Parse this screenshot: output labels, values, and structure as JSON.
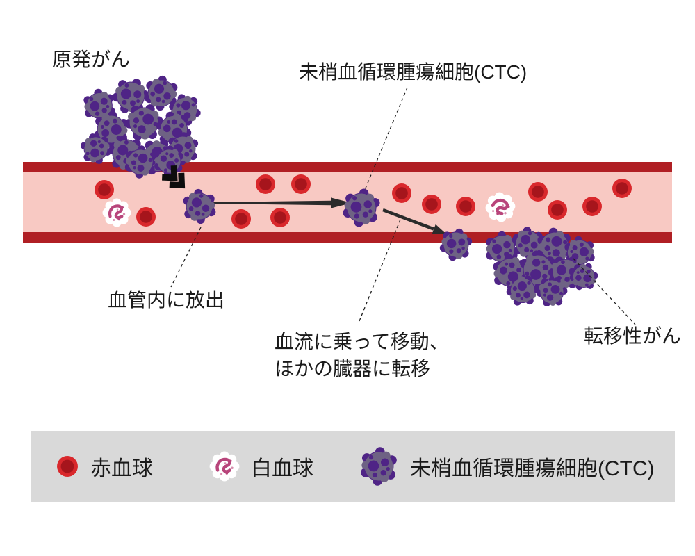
{
  "labels": {
    "primary_cancer": "原発がん",
    "ctc": "未梢血循環腫瘍細胞(CTC)",
    "release": "血管内に放出",
    "flow_line1": "血流に乗って移動、",
    "flow_line2": "ほかの臓器に転移",
    "metastatic": "転移性がん"
  },
  "legend": {
    "items": [
      {
        "icon": "red-blood-cell-icon",
        "label": "赤血球"
      },
      {
        "icon": "white-blood-cell-icon",
        "label": "白血球"
      },
      {
        "icon": "ctc-cell-icon",
        "label": "未梢血循環腫瘍細胞(CTC)"
      }
    ]
  },
  "colors": {
    "background": "#ffffff",
    "vessel_wall": "#b01f24",
    "vessel_lumen": "#f8c9c3",
    "rbc_outer": "#d9282c",
    "rbc_inner": "#a6151c",
    "ctc_body": "#6e6284",
    "ctc_spot": "#4f2486",
    "wbc_body": "#ffffff",
    "wbc_nucleus": "#b8457b",
    "legend_background": "#d9d9d9",
    "arrow": "#2b2b2b",
    "text": "#1a1a1a"
  }
}
